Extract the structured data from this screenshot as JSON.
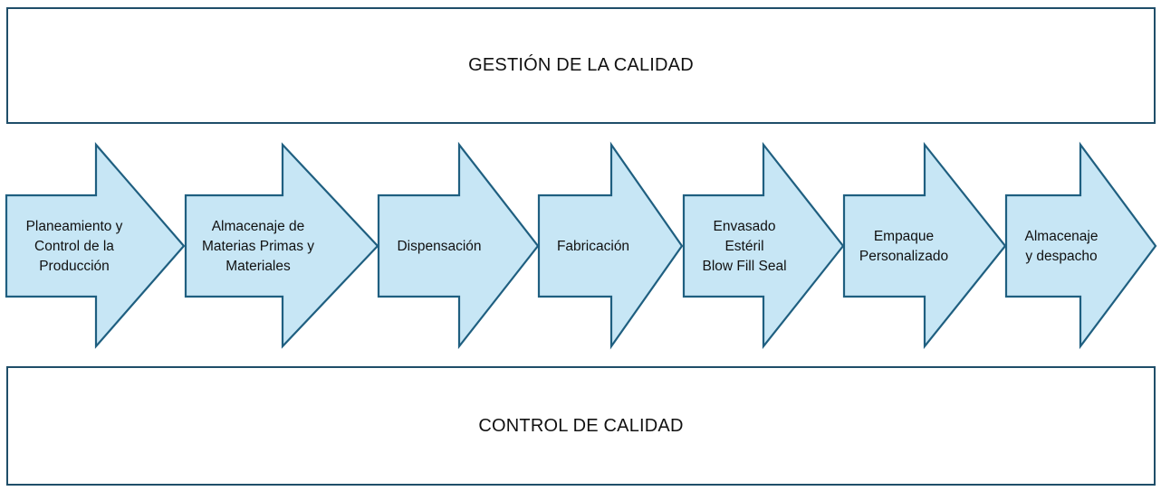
{
  "diagram": {
    "top_band": {
      "label": "GESTIÓN DE LA CALIDAD"
    },
    "bottom_band": {
      "label": "CONTROL DE CALIDAD"
    },
    "process_steps": [
      {
        "lines": [
          "Planeamiento y",
          "Control de la",
          "Producción"
        ]
      },
      {
        "lines": [
          "Almacenaje de",
          "Materias Primas y",
          "Materiales"
        ]
      },
      {
        "lines": [
          "Dispensación"
        ]
      },
      {
        "lines": [
          "Fabricación"
        ]
      },
      {
        "lines": [
          "Envasado",
          "Estéril",
          "Blow Fill Seal"
        ]
      },
      {
        "lines": [
          "Empaque",
          "Personalizado"
        ]
      },
      {
        "lines": [
          "Almacenaje",
          "y despacho"
        ]
      }
    ]
  },
  "colors": {
    "arrow_fill": "#c7e6f5",
    "arrow_stroke": "#1f5f80",
    "band_border": "#1f4e69"
  }
}
